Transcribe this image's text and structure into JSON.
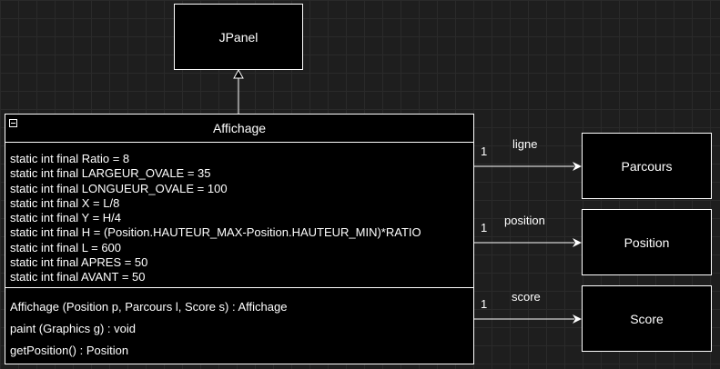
{
  "parent": {
    "name": "JPanel"
  },
  "class": {
    "name": "Affichage",
    "attributes": [
      "static int final Ratio = 8",
      "static int final LARGEUR_OVALE = 35",
      "static int final LONGUEUR_OVALE = 100",
      "static int final X = L/8",
      "static int final Y = H/4",
      "static int final H = (Position.HAUTEUR_MAX-Position.HAUTEUR_MIN)*RATIO",
      "static int final L = 600",
      "static int final APRES = 50",
      "static int final AVANT = 50"
    ],
    "methods": [
      "Affichage (Position p, Parcours l, Score s) : Affichage",
      "paint (Graphics g) : void",
      "getPosition() : Position"
    ]
  },
  "associations": [
    {
      "target": "Parcours",
      "role": "ligne",
      "multiplicity": "1"
    },
    {
      "target": "Position",
      "role": "position",
      "multiplicity": "1"
    },
    {
      "target": "Score",
      "role": "score",
      "multiplicity": "1"
    }
  ]
}
